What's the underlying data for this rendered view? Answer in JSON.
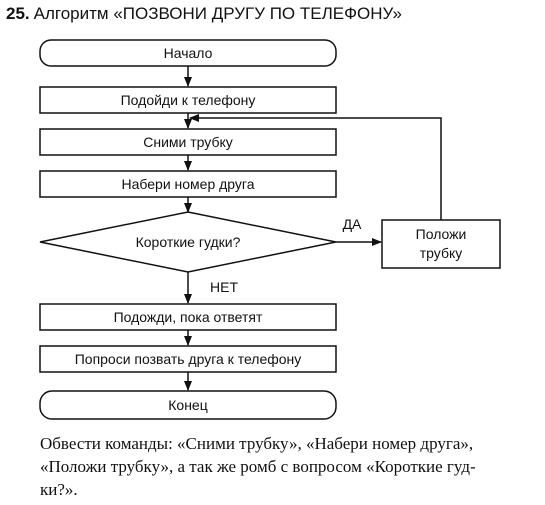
{
  "header": {
    "number": "25.",
    "title": "Алгоритм «ПОЗВОНИ ДРУГУ ПО ТЕЛЕФОНУ»"
  },
  "nodes": {
    "start": "Начало",
    "go_to_phone": "Подойди к телефону",
    "pick_up": "Сними трубку",
    "dial": "Набери номер друга",
    "busy_question": "Короткие гудки?",
    "hang_up_line1": "Положи",
    "hang_up_line2": "трубку",
    "wait": "Подожди, пока ответят",
    "ask_friend": "Попроси позвать друга к телефону",
    "end": "Конец"
  },
  "edges": {
    "yes": "ДА",
    "no": "НЕТ"
  },
  "caption": {
    "line1": "Обвести команды: «Сними трубку», «Набери номер друга»,",
    "line2": "«Положи трубку», а так же ромб с вопросом «Короткие гуд-",
    "line3": "ки?»."
  }
}
